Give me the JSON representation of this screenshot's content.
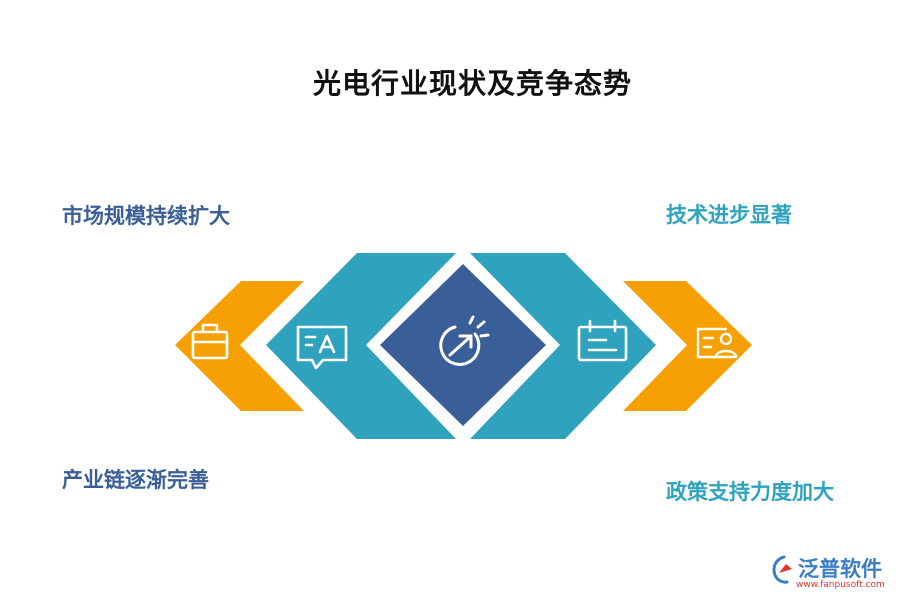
{
  "title": "光电行业现状及竞争态势",
  "labels": {
    "top_left": "市场规模持续扩大",
    "bottom_left": "产业链逐渐完善",
    "top_right": "技术进步显著",
    "bottom_right": "政策支持力度加大"
  },
  "icons": {
    "far_left": "toolbox-icon",
    "left": "font-chat-icon",
    "center": "growth-arrow-icon",
    "right": "calendar-icon",
    "far_right": "contact-card-icon"
  },
  "colors": {
    "orange": "#f7a004",
    "teal": "#2fa3bd",
    "navy": "#3a5f98",
    "blue_text": "#3a5f98",
    "teal_text": "#2fa3bd",
    "logo_red": "#e2362b",
    "logo_blue": "#3a7fc3"
  },
  "logo": {
    "name": "泛普软件",
    "url": "www.fanpusoft.com"
  }
}
